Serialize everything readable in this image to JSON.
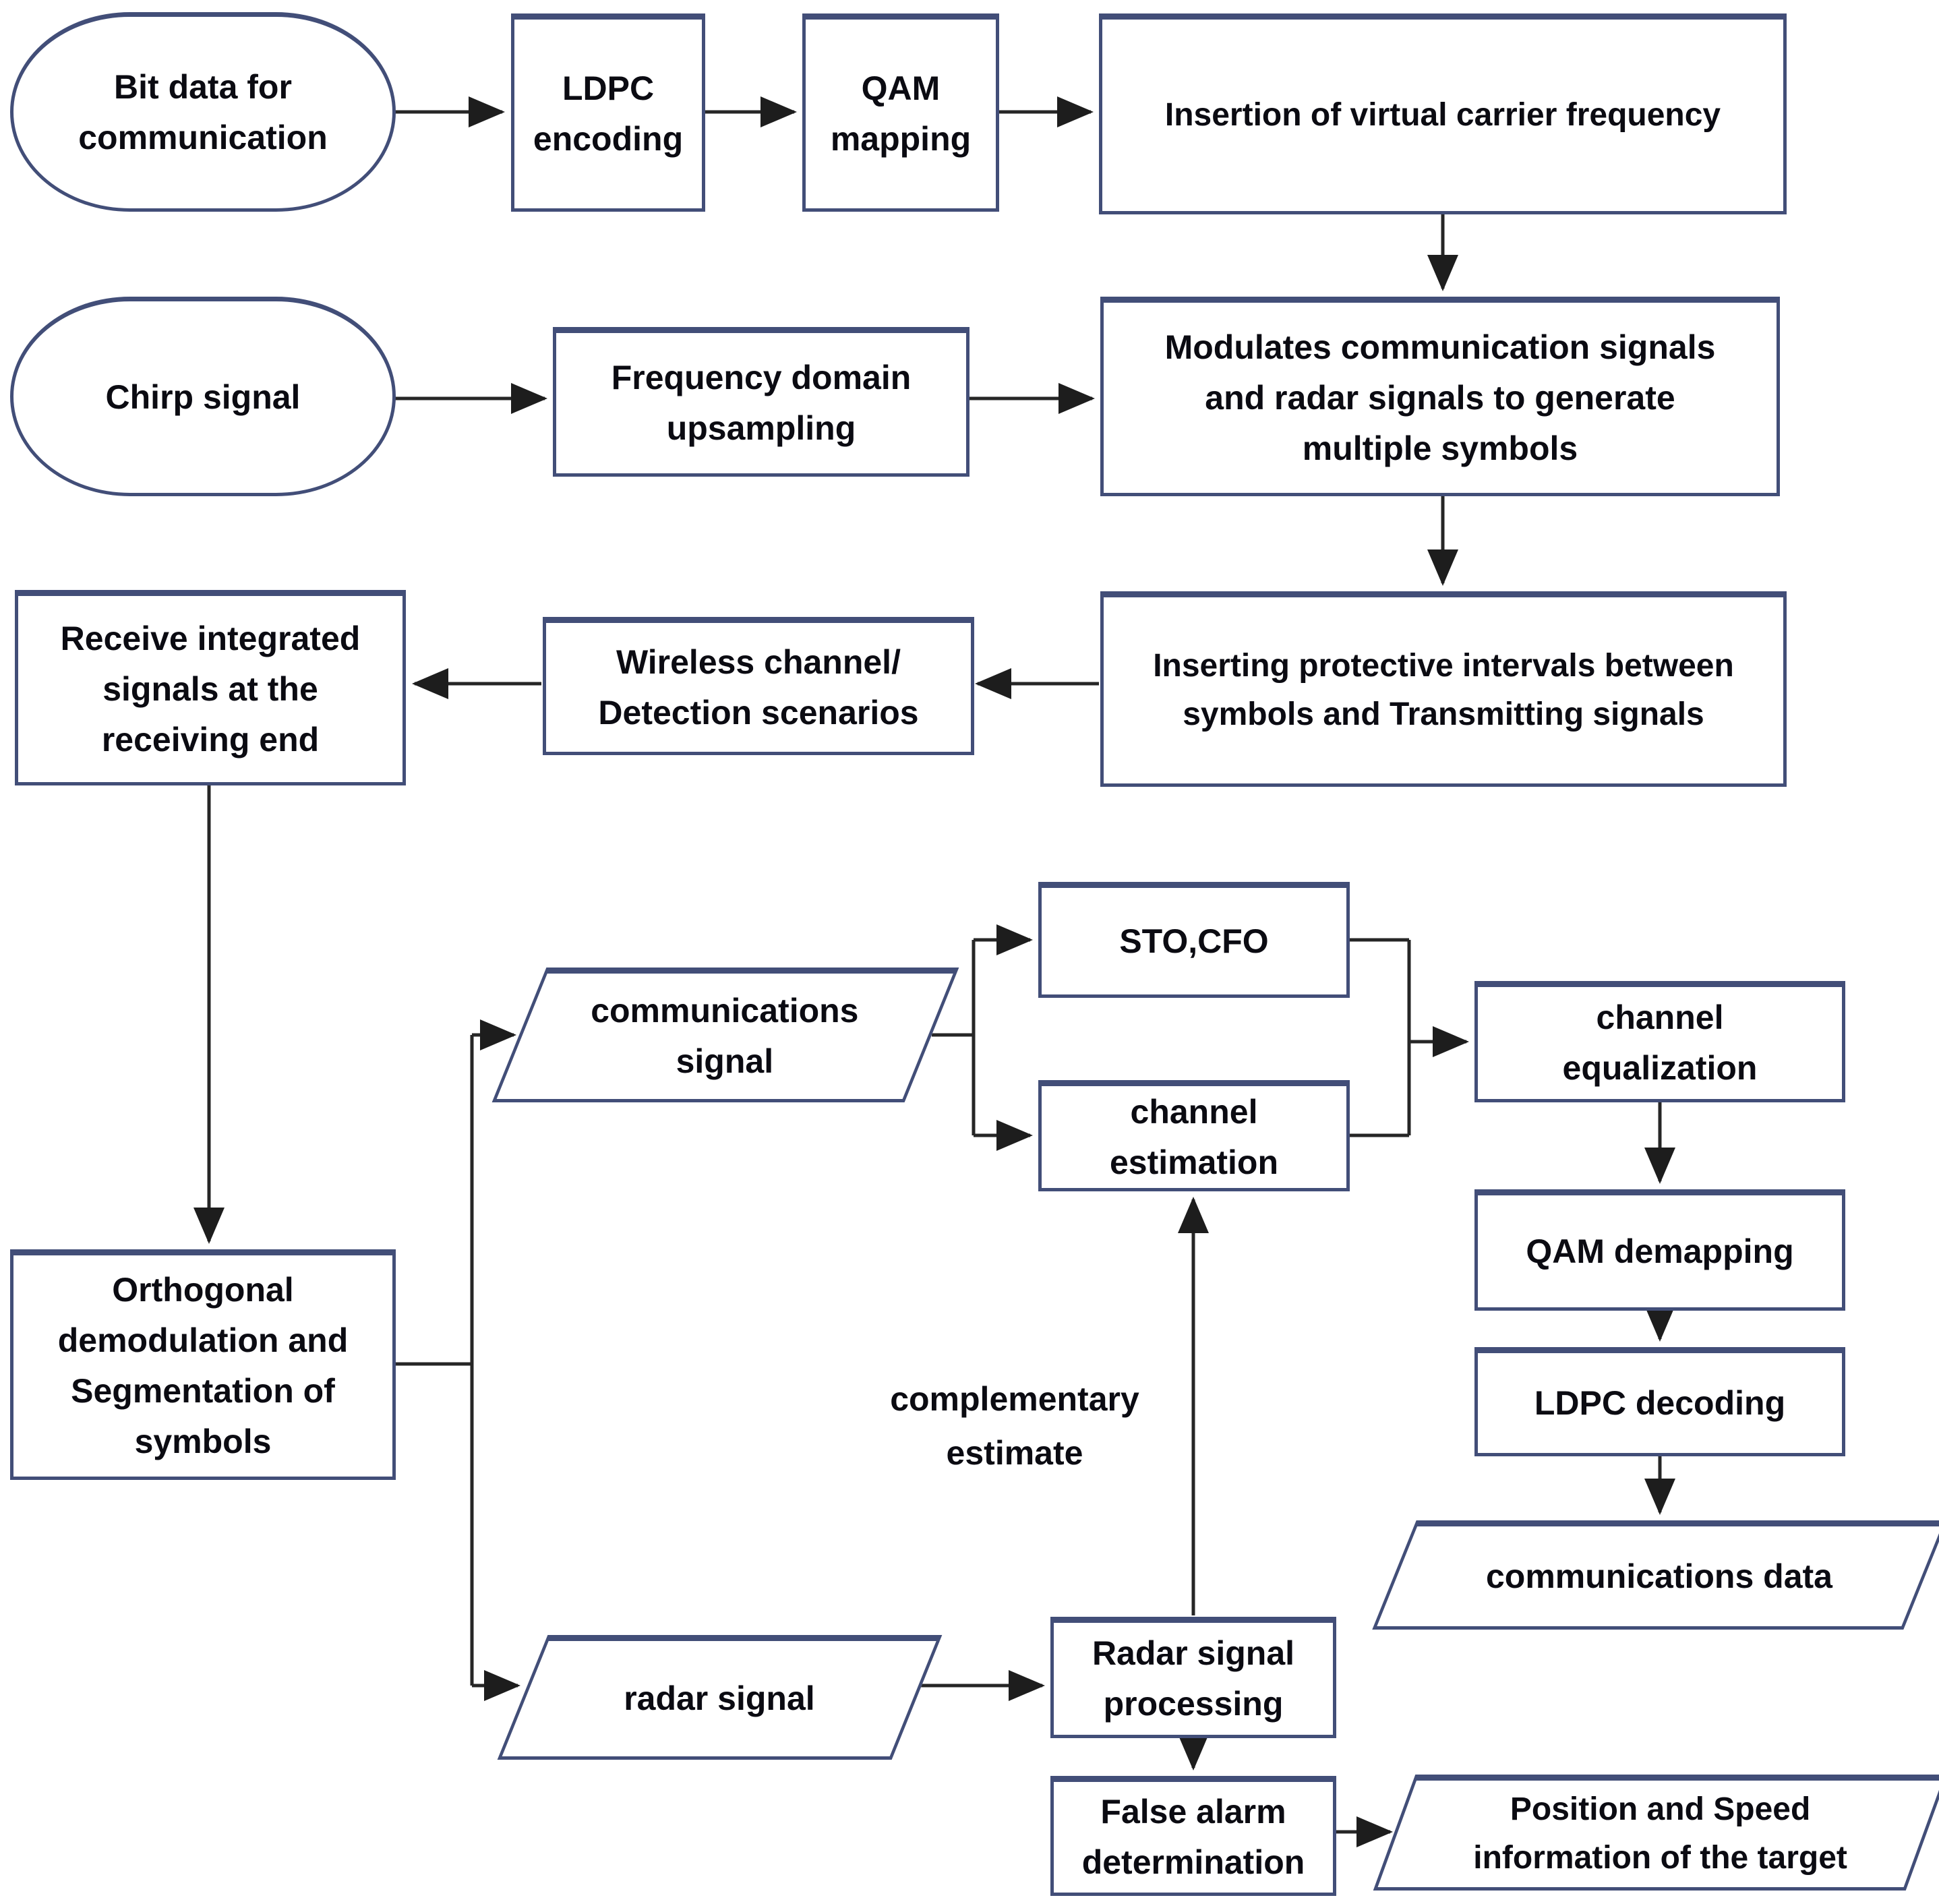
{
  "diagram": {
    "type": "flowchart",
    "description": "Integrated radar-communication (chirp/OFDM) transmit-receive signal processing chain",
    "colors": {
      "background": "#ffffff",
      "box_border": "#424e78",
      "box_fill": "#ffffff",
      "text": "#0b0b12",
      "connector": "#262626"
    }
  },
  "nodes": {
    "bit_data": {
      "shape": "terminator",
      "label": "Bit data for\ncommunication"
    },
    "ldpc_encoding": {
      "shape": "process",
      "label": "LDPC\nencoding"
    },
    "qam_mapping": {
      "shape": "process",
      "label": "QAM\nmapping"
    },
    "insertion_vcf": {
      "shape": "process",
      "label": "Insertion of virtual carrier frequency"
    },
    "chirp": {
      "shape": "terminator",
      "label": "Chirp signal"
    },
    "freq_upsampling": {
      "shape": "process",
      "label": "Frequency domain\nupsampling"
    },
    "modulates": {
      "shape": "process",
      "label": "Modulates communication signals\nand radar signals to generate\nmultiple symbols"
    },
    "receive": {
      "shape": "process",
      "label": "Receive integrated\nsignals at the\nreceiving end"
    },
    "wireless": {
      "shape": "process",
      "label": "Wireless channel/\nDetection scenarios"
    },
    "inserting": {
      "shape": "process",
      "label": "Inserting protective intervals between\nsymbols and Transmitting signals"
    },
    "sto_cfo": {
      "shape": "process",
      "label": "STO,CFO"
    },
    "comm_signal": {
      "shape": "data",
      "label": "communications\nsignal"
    },
    "chan_est": {
      "shape": "process",
      "label": "channel\nestimation"
    },
    "chan_eq": {
      "shape": "process",
      "label": "channel\nequalization"
    },
    "qam_demapping": {
      "shape": "process",
      "label": "QAM demapping"
    },
    "ldpc_decoding": {
      "shape": "process",
      "label": "LDPC decoding"
    },
    "comm_data": {
      "shape": "data",
      "label": "communications data"
    },
    "orthogonal": {
      "shape": "process",
      "label": "Orthogonal\ndemodulation and\nSegmentation of\nsymbols"
    },
    "radar_signal": {
      "shape": "data",
      "label": "radar signal"
    },
    "radar_processing": {
      "shape": "process",
      "label": "Radar signal\nprocessing"
    },
    "false_alarm": {
      "shape": "process",
      "label": "False alarm\ndetermination"
    },
    "position_speed": {
      "shape": "data",
      "label": "Position and Speed\ninformation of the target"
    }
  },
  "annotations": {
    "complementary": {
      "label": "complementary\nestimate"
    }
  },
  "edges": [
    {
      "from": "bit_data",
      "to": "ldpc_encoding"
    },
    {
      "from": "ldpc_encoding",
      "to": "qam_mapping"
    },
    {
      "from": "qam_mapping",
      "to": "insertion_vcf"
    },
    {
      "from": "insertion_vcf",
      "to": "modulates"
    },
    {
      "from": "chirp",
      "to": "freq_upsampling"
    },
    {
      "from": "freq_upsampling",
      "to": "modulates"
    },
    {
      "from": "modulates",
      "to": "inserting"
    },
    {
      "from": "inserting",
      "to": "wireless"
    },
    {
      "from": "wireless",
      "to": "receive"
    },
    {
      "from": "receive",
      "to": "orthogonal"
    },
    {
      "from": "orthogonal",
      "to": "comm_signal"
    },
    {
      "from": "orthogonal",
      "to": "radar_signal"
    },
    {
      "from": "comm_signal",
      "to": "sto_cfo"
    },
    {
      "from": "comm_signal",
      "to": "chan_est"
    },
    {
      "from": "sto_cfo",
      "to": "chan_eq"
    },
    {
      "from": "chan_est",
      "to": "chan_eq"
    },
    {
      "from": "chan_eq",
      "to": "qam_demapping"
    },
    {
      "from": "qam_demapping",
      "to": "ldpc_decoding"
    },
    {
      "from": "ldpc_decoding",
      "to": "comm_data"
    },
    {
      "from": "radar_signal",
      "to": "radar_processing"
    },
    {
      "from": "radar_processing",
      "to": "chan_est",
      "label": "complementary estimate"
    },
    {
      "from": "radar_processing",
      "to": "false_alarm"
    },
    {
      "from": "false_alarm",
      "to": "position_speed"
    }
  ]
}
